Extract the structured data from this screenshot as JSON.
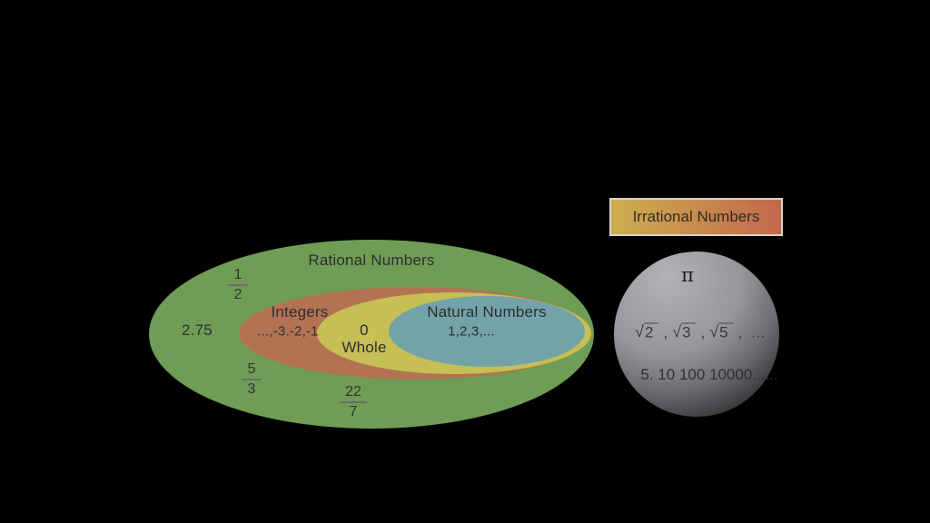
{
  "colors": {
    "background": "#000000",
    "rational_green": "#6f9d55",
    "integers_red": "#b37352",
    "whole_yellow": "#c5bf56",
    "natural_blue": "#72a3a9",
    "irrational_box_left": "#cbaf4e",
    "irrational_box_right": "#c3684d",
    "circle_light": "#b2b2b6",
    "circle_dark": "#0a0a0a",
    "text_dark": "#2e2e2e"
  },
  "venn": {
    "rational": {
      "label": "Rational Numbers",
      "decimal_example": "2.75",
      "fractions": [
        {
          "numerator": "1",
          "denominator": "2"
        },
        {
          "numerator": "5",
          "denominator": "3"
        },
        {
          "numerator": "22",
          "denominator": "7"
        }
      ]
    },
    "integers": {
      "label": "Integers",
      "examples": "...,-3.-2,-1"
    },
    "whole": {
      "zero": "0",
      "label": "Whole"
    },
    "natural": {
      "label": "Natural Numbers",
      "examples": "1,2,3,..."
    }
  },
  "irrational": {
    "label": "Irrational Numbers",
    "pi": "π",
    "roots": [
      {
        "sign": "√",
        "radicand": "2"
      },
      {
        "sign": "√",
        "radicand": "3"
      },
      {
        "sign": "√",
        "radicand": "5"
      }
    ],
    "roots_separator": ",",
    "roots_ellipsis": "...",
    "sequence": "5. 10 100 10000......"
  }
}
